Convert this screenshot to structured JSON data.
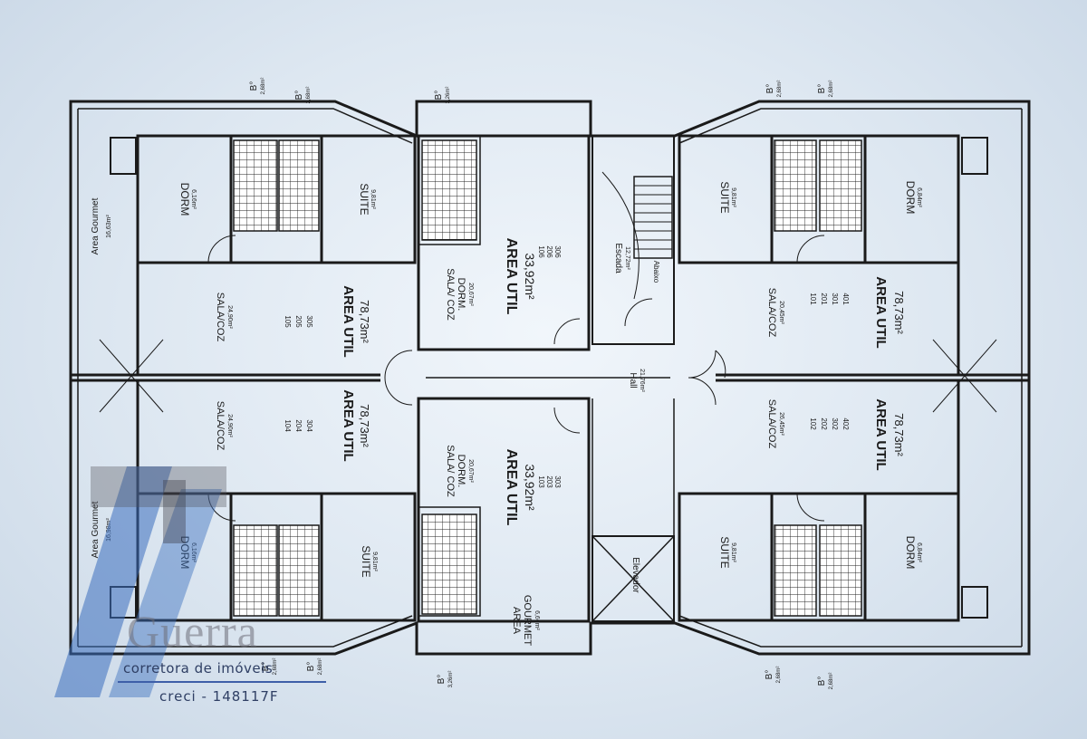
{
  "rooms": {
    "area_gourmet_top": "Area Gourmet",
    "area_gourmet_top_area": "16,63m²",
    "area_gourmet_bottom": "Area Gourmet",
    "area_gourmet_bottom_area": "16,98m²",
    "dorm_tl": "DORM",
    "dorm_tl_area": "6,16m²",
    "suite_tl": "SUITE",
    "suite_tl_area": "9,81m²",
    "sala_tl": "SALA/COZ",
    "sala_tl_area": "24,90m²",
    "nums_tl": [
      "105",
      "205",
      "305"
    ],
    "area_util_tl": "AREA UTIL",
    "area_util_tl_val": "78,73m²",
    "sala_bl": "SALA/COZ",
    "sala_bl_area": "24,90m²",
    "nums_bl": [
      "104",
      "204",
      "304"
    ],
    "area_util_bl": "AREA UTIL",
    "area_util_bl_val": "78,73m²",
    "dorm_bl": "DORM",
    "dorm_bl_area": "6,16m²",
    "suite_bl": "SUITE",
    "suite_bl_area": "9,81m²",
    "sala_dorm_top": "SALA/ COZ",
    "sala_dorm_top_2": "DORM.",
    "sala_dorm_top_area": "20,67m²",
    "area_util_ct": "AREA UTIL",
    "area_util_ct_val": "33,92m²",
    "nums_ct": [
      "106",
      "206",
      "306"
    ],
    "sala_dorm_bot": "SALA/ COZ",
    "sala_dorm_bot_2": "DORM.",
    "sala_dorm_bot_area": "20,67m²",
    "area_util_cb": "AREA UTIL",
    "area_util_cb_val": "33,92m²",
    "nums_cb": [
      "103",
      "203",
      "303"
    ],
    "area_gourmet_small": "AREA",
    "area_gourmet_small_2": "GOURMET",
    "area_gourmet_small_area": "6,66m²",
    "escada": "Escada",
    "escada_area": "12,72m²",
    "abaixo": "Abaixo",
    "hall": "Hall",
    "hall_area": "21,76m²",
    "elevador": "Elevador",
    "suite_tr": "SUITE",
    "suite_tr_area": "9,81m²",
    "dorm_tr": "DORM",
    "dorm_tr_area": "6,84m²",
    "sala_tr": "SALA/COZ",
    "sala_tr_area": "20,45m²",
    "nums_tr": [
      "101",
      "201",
      "301",
      "401"
    ],
    "area_util_tr": "AREA UTIL",
    "area_util_tr_val": "78,73m²",
    "sala_br": "SALA/COZ",
    "sala_br_area": "26,45m²",
    "nums_br": [
      "102",
      "202",
      "302",
      "402"
    ],
    "area_util_br": "AREA UTIL",
    "area_util_br_val": "78,73m²",
    "suite_br": "SUITE",
    "suite_br_area": "9,81m²",
    "dorm_br": "DORM",
    "dorm_br_area": "6,84m²",
    "bwc": "B°",
    "bwc_area_a": "2,68m²",
    "bwc_area_b": "3,26m²"
  },
  "watermark": {
    "name": "Guerra",
    "subtitle": "corretora de imóveis",
    "creci": "creci - 148117F"
  }
}
